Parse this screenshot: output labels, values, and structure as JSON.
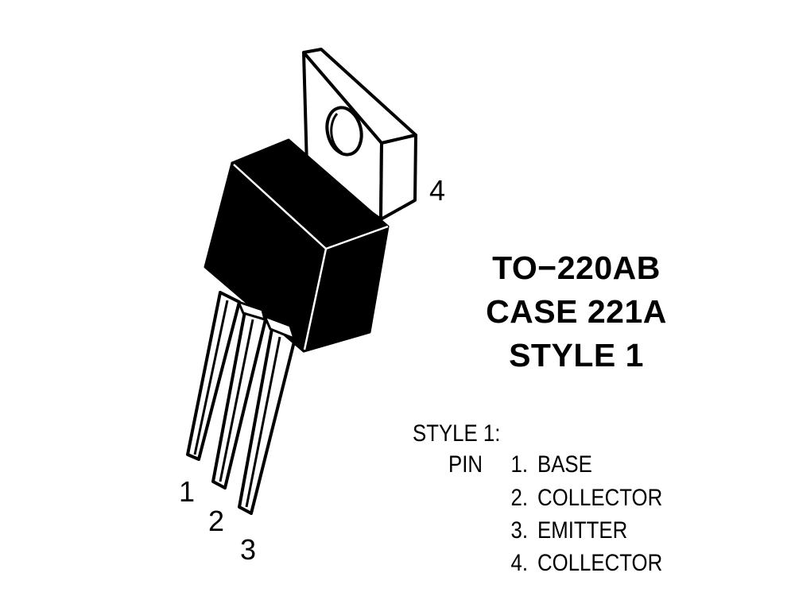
{
  "package": {
    "name": "TO−220AB",
    "case": "CASE 221A",
    "style": "STYLE 1"
  },
  "pin_labels": {
    "pin1": "1",
    "pin2": "2",
    "pin3": "3",
    "pin4": "4"
  },
  "style_table": {
    "heading": "STYLE 1:",
    "prefix": "PIN",
    "rows": [
      {
        "number": "1.",
        "function": "BASE"
      },
      {
        "number": "2.",
        "function": "COLLECTOR"
      },
      {
        "number": "3.",
        "function": "EMITTER"
      },
      {
        "number": "4.",
        "function": "COLLECTOR"
      }
    ]
  },
  "colors": {
    "body": "#000000",
    "outline": "#000000",
    "background": "#ffffff"
  }
}
